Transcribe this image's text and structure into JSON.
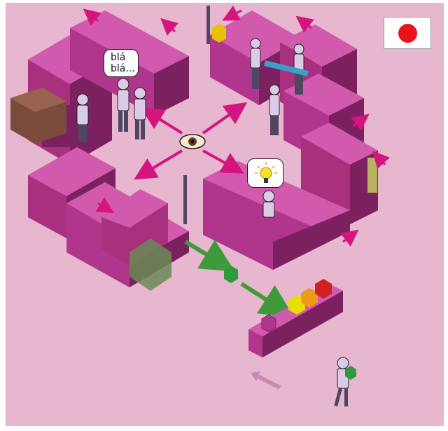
{
  "image": {
    "flag": {
      "name": "japan-flag",
      "field_color": "#ffffff",
      "disc_color": "#e8141a"
    },
    "speech_bubble": {
      "lines": [
        "blá",
        "blá..."
      ]
    },
    "idea_bubble": {
      "icon": "lightbulb-icon"
    },
    "colors": {
      "background": "#e7b6cf",
      "machine": "#b0358c",
      "machine_dark": "#7c2160",
      "machine_light": "#d25aae",
      "arrow": "#d4147f",
      "flow_arrow": "#3f9a3c",
      "box_yellow": "#e7e000",
      "box_orange": "#f09a1a",
      "box_red": "#d21f1f",
      "box_green": "#2f9a3a",
      "worker_shirt": "#d9cde6",
      "worker_pants": "#4f4663",
      "brown_boxes": "#7a4a3a"
    }
  }
}
